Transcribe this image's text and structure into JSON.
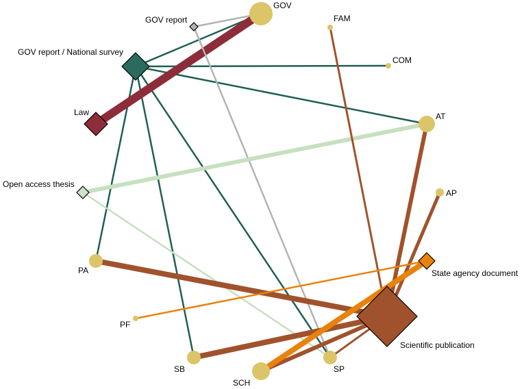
{
  "nodes": [
    {
      "id": "gov",
      "label": "GOV",
      "shape": "circle",
      "color": "#dcc468"
    },
    {
      "id": "gov_report",
      "label": "GOV report",
      "shape": "diamond",
      "color": "#b3b3b3"
    },
    {
      "id": "gov_survey",
      "label": "GOV report / National survey",
      "shape": "diamond",
      "color": "#2b6b5e"
    },
    {
      "id": "fam",
      "label": "FAM",
      "shape": "circle",
      "color": "#dcc468"
    },
    {
      "id": "com",
      "label": "COM",
      "shape": "circle",
      "color": "#dcc468"
    },
    {
      "id": "law",
      "label": "Law",
      "shape": "diamond",
      "color": "#8e2d3a"
    },
    {
      "id": "at",
      "label": "AT",
      "shape": "circle",
      "color": "#dcc468"
    },
    {
      "id": "oat",
      "label": "Open access thesis",
      "shape": "diamond",
      "color": "#cfe3c8"
    },
    {
      "id": "ap",
      "label": "AP",
      "shape": "circle",
      "color": "#dcc468"
    },
    {
      "id": "pa",
      "label": "PA",
      "shape": "circle",
      "color": "#dcc468"
    },
    {
      "id": "sad",
      "label": "State agency document",
      "shape": "diamond",
      "color": "#e8820c"
    },
    {
      "id": "pf",
      "label": "PF",
      "shape": "circle",
      "color": "#dcc468"
    },
    {
      "id": "sp_pub",
      "label": "Scientific publication",
      "shape": "diamond",
      "color": "#a0522d"
    },
    {
      "id": "sb",
      "label": "SB",
      "shape": "circle",
      "color": "#dcc468"
    },
    {
      "id": "sp",
      "label": "SP",
      "shape": "circle",
      "color": "#dcc468"
    },
    {
      "id": "sch",
      "label": "SCH",
      "shape": "circle",
      "color": "#dcc468"
    }
  ],
  "edges": [
    {
      "source": "gov_survey",
      "target": "gov",
      "color": "#1f5f53"
    },
    {
      "source": "gov_survey",
      "target": "com",
      "color": "#1f5f53"
    },
    {
      "source": "gov_survey",
      "target": "at",
      "color": "#1f5f53"
    },
    {
      "source": "gov_survey",
      "target": "pa",
      "color": "#1f5f53"
    },
    {
      "source": "gov_survey",
      "target": "sb",
      "color": "#1f5f53"
    },
    {
      "source": "gov_survey",
      "target": "sp",
      "color": "#1f5f53"
    },
    {
      "source": "law",
      "target": "gov",
      "color": "#8e2d3a"
    },
    {
      "source": "gov_report",
      "target": "gov",
      "color": "#b3b3b3"
    },
    {
      "source": "gov_report",
      "target": "sp",
      "color": "#b3b3b3"
    },
    {
      "source": "oat",
      "target": "at",
      "color": "#c6e0c0"
    },
    {
      "source": "oat",
      "target": "sp",
      "color": "#c6e0c0"
    },
    {
      "source": "sp_pub",
      "target": "fam",
      "color": "#a0522d"
    },
    {
      "source": "sp_pub",
      "target": "at",
      "color": "#a0522d"
    },
    {
      "source": "sp_pub",
      "target": "ap",
      "color": "#a0522d"
    },
    {
      "source": "sp_pub",
      "target": "pa",
      "color": "#a0522d"
    },
    {
      "source": "sp_pub",
      "target": "sb",
      "color": "#a0522d"
    },
    {
      "source": "sp_pub",
      "target": "sp",
      "color": "#a0522d"
    },
    {
      "source": "sp_pub",
      "target": "sch",
      "color": "#a0522d"
    },
    {
      "source": "sad",
      "target": "pf",
      "color": "#e8820c"
    },
    {
      "source": "sad",
      "target": "sch",
      "color": "#e8820c"
    }
  ]
}
